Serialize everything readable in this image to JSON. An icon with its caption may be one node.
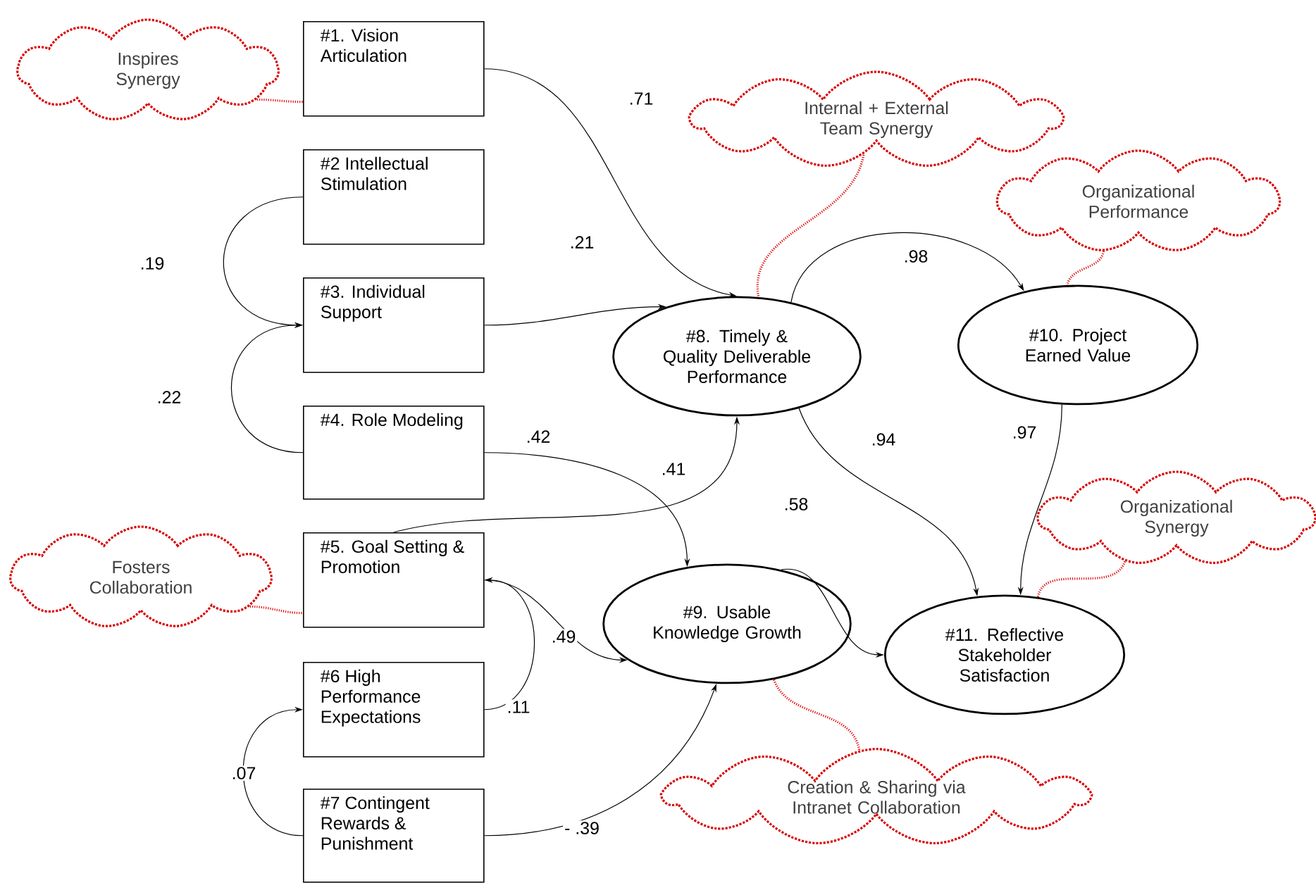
{
  "diagram": {
    "nodes": [
      {
        "text": [
          "Inspires Synergy"
        ]
      },
      {
        "text": [
          "#1. Vision Articulation"
        ]
      },
      {
        "text": [
          "#2 Intellectual Stimulation"
        ]
      },
      {
        "text": [
          "#3. Individual Support"
        ]
      },
      {
        "text": [
          "#4. Role Modeling"
        ]
      },
      {
        "text": [
          "Fosters Collaboration"
        ]
      },
      {
        "text": [
          "#5. Goal Setting & Promotion"
        ]
      },
      {
        "text": [
          "#6 High Performance Expectations"
        ]
      },
      {
        "text": [
          "#7 Contingent Rewards & Punishment"
        ]
      },
      {
        "text": [
          "Internal + External Team Synergy"
        ]
      },
      {
        "text": [
          "#8. Timely & Quality Deliverable Performance"
        ]
      },
      {
        "text": [
          "Organizational Performance"
        ]
      },
      {
        "text": [
          "#10. Project Earned Value"
        ]
      },
      {
        "text": [
          "Organizational Synergy"
        ]
      },
      {
        "text": [
          "#9. Usable Knowledge Growth"
        ]
      },
      {
        "text": [
          "#11. Reflective Stakeholder Satisfaction"
        ]
      },
      {
        "text": [
          "Creation & Sharing via Intranet Collaboration"
        ]
      }
    ],
    "edges": [
      {
        "from": 1,
        "to": 10,
        "arrow": "to",
        "label": ".71"
      },
      {
        "from": 3,
        "to": 10,
        "arrow": "to",
        "label": ".21"
      },
      {
        "from": 6,
        "to": 10,
        "arrow": "to",
        "label": ".41"
      },
      {
        "from": 4,
        "to": 14,
        "arrow": "to",
        "label": ".42"
      },
      {
        "from": 6,
        "to": 14,
        "arrow": "to",
        "label": ".49"
      },
      {
        "from": 8,
        "to": 14,
        "arrow": "to",
        "label": "- .39"
      },
      {
        "from": 10,
        "to": 12,
        "arrow": "to",
        "label": ".98"
      },
      {
        "from": 10,
        "to": 15,
        "arrow": "to",
        "label": ".94"
      },
      {
        "from": 12,
        "to": 15,
        "arrow": "to",
        "label": ".97"
      },
      {
        "from": 14,
        "to": 15,
        "arrow": "to",
        "label": ".58"
      },
      {
        "from": 2,
        "to": 3,
        "arrow": "to",
        "label": ".19"
      },
      {
        "from": 4,
        "to": 3,
        "arrow": "to",
        "label": ".22"
      },
      {
        "from": 7,
        "to": 6,
        "arrow": "to",
        "label": ".11"
      },
      {
        "from": 8,
        "to": 7,
        "arrow": "to",
        "label": ".07"
      },
      {
        "from": 0,
        "to": 1,
        "arrow": "none",
        "style": "dashed",
        "color": "#e00000"
      },
      {
        "from": 5,
        "to": 6,
        "arrow": "none",
        "style": "dashed",
        "color": "#e00000"
      },
      {
        "from": 9,
        "to": 10,
        "arrow": "none",
        "style": "dashed",
        "color": "#e00000"
      },
      {
        "from": 11,
        "to": 12,
        "arrow": "none",
        "style": "dashed",
        "color": "#e00000"
      },
      {
        "from": 13,
        "to": 15,
        "arrow": "none",
        "style": "dashed",
        "color": "#e00000"
      },
      {
        "from": 16,
        "to": 14,
        "arrow": "none",
        "style": "dashed",
        "color": "#e00000"
      }
    ]
  }
}
